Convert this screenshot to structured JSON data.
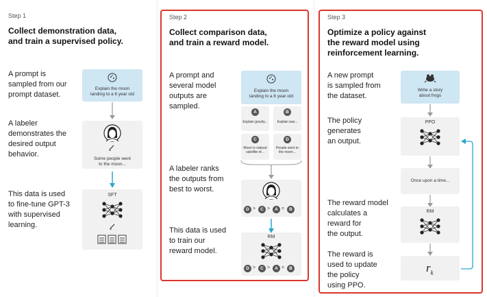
{
  "step1": {
    "step_label": "Step 1",
    "title_lines": [
      "Collect demonstration data,",
      "and train a supervised policy."
    ],
    "desc1": [
      "A prompt is",
      "sampled from our",
      "prompt dataset."
    ],
    "desc2": [
      "A labeler",
      "demonstrates the",
      "desired output",
      "behavior."
    ],
    "desc3": [
      "This data is used",
      "to fine-tune GPT-3",
      "with supervised",
      "learning."
    ],
    "prompt_lines": [
      "Explain the moon",
      "landing to a 6 year old"
    ],
    "output_lines": [
      "Some people went",
      "to the moon..."
    ],
    "model_label": "SFT"
  },
  "step2": {
    "step_label": "Step 2",
    "title_lines": [
      "Collect comparison data,",
      "and train a reward model."
    ],
    "desc1": [
      "A prompt and",
      "several model",
      "outputs are",
      "sampled."
    ],
    "desc2": [
      "A labeler ranks",
      "the outputs from",
      "best to worst."
    ],
    "desc3": [
      "This data is used",
      "to train our",
      "reward model."
    ],
    "prompt_lines": [
      "Explain the moon",
      "landing to a 6 year old"
    ],
    "options": [
      {
        "letter": "A",
        "text": "Explain gravity..."
      },
      {
        "letter": "B",
        "text": "Explain war..."
      },
      {
        "letter": "C",
        "text": "Moon is natural satellite of..."
      },
      {
        "letter": "D",
        "text": "People went to the moon..."
      }
    ],
    "ranking": [
      "D",
      "C",
      "A",
      "B"
    ],
    "model_label": "RM"
  },
  "step3": {
    "step_label": "Step 3",
    "title_lines": [
      "Optimize a policy against",
      "the reward model using",
      "reinforcement learning."
    ],
    "desc1": [
      "A new prompt",
      "is sampled from",
      "the dataset."
    ],
    "desc2": [
      "The policy",
      "generates",
      "an output."
    ],
    "desc3": [
      "The reward model",
      "calculates a",
      "reward for",
      "the output."
    ],
    "desc4": [
      "The reward is",
      "used to update",
      "the policy",
      "using PPO."
    ],
    "prompt_lines": [
      "Write a story",
      "about frogs"
    ],
    "policy_label": "PPO",
    "output_text": "Once upon a time...",
    "model_label": "RM",
    "reward_symbol": "r",
    "reward_subscript": "k"
  },
  "colors": {
    "accent_red": "#d9352c",
    "arrow_blue": "#2aa6cf",
    "prompt_blue": "#cfe6f3",
    "box_gray": "#f1f1f1"
  }
}
